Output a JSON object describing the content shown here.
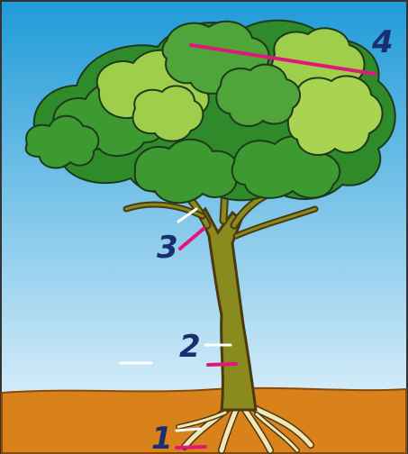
{
  "colors": {
    "sky_top": "#1f9bd8",
    "sky_bottom": "#eaf6fd",
    "ground": "#d9821c",
    "ground_dark": "#b8650f",
    "trunk": "#8a8a1e",
    "trunk_outline": "#4a3a10",
    "root": "#f3e6b8",
    "foliage_dark": "#2f8a2a",
    "foliage_mid": "#4fa43a",
    "foliage_light": "#9fcf4a",
    "outline": "#1e3a1e",
    "label_number": "#1b2f6e",
    "marker": "#e0187a"
  },
  "labels": [
    {
      "id": "1",
      "text": "1"
    },
    {
      "id": "2",
      "text": "2"
    },
    {
      "id": "3",
      "text": "3"
    },
    {
      "id": "4",
      "text": "4"
    }
  ]
}
